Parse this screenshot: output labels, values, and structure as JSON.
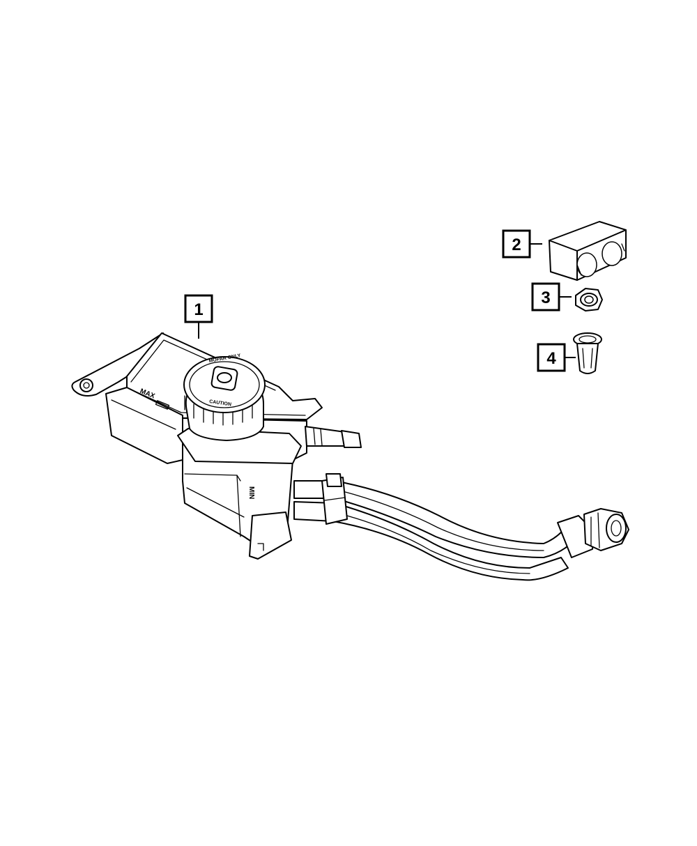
{
  "callouts": [
    {
      "id": "1",
      "label": "1"
    },
    {
      "id": "2",
      "label": "2"
    },
    {
      "id": "3",
      "label": "3"
    },
    {
      "id": "4",
      "label": "4"
    }
  ],
  "reservoir_marks": {
    "max": "MAX",
    "min": "MIN"
  }
}
